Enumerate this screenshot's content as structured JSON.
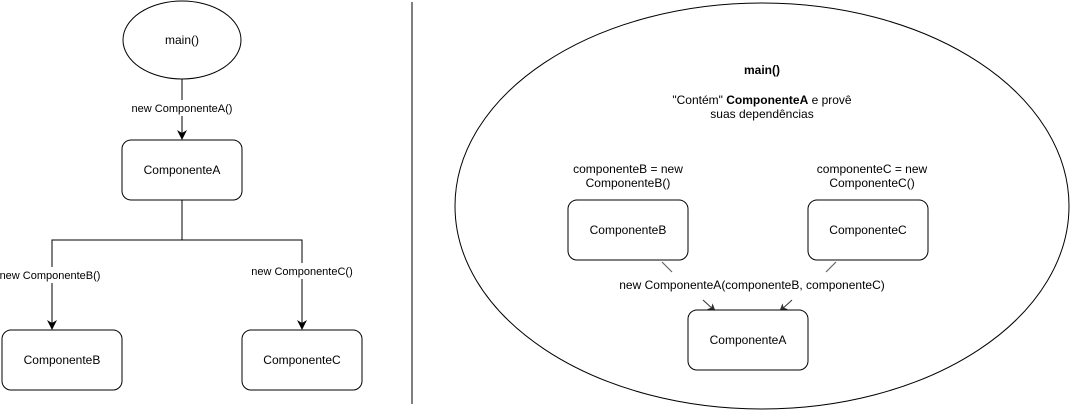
{
  "left": {
    "main_label": "main()",
    "component_a": "ComponenteA",
    "component_b": "ComponenteB",
    "component_c": "ComponenteC",
    "edge_new_a": "new ComponenteA()",
    "edge_new_b": "new ComponenteB()",
    "edge_new_c": "new ComponenteC()"
  },
  "right": {
    "title": "main()",
    "desc_prefix": "\"Contém\" ",
    "desc_bold": "ComponenteA",
    "desc_suffix": " e provê",
    "desc_line2": "suas dependências",
    "assign_b_line1": "componenteB = new",
    "assign_b_line2": "ComponenteB()",
    "assign_c_line1": "componenteC = new",
    "assign_c_line2": "ComponenteC()",
    "component_b": "ComponenteB",
    "component_c": "ComponenteC",
    "constructor_call": "new ComponenteA(componenteB, componenteC)",
    "component_a": "ComponenteA"
  }
}
